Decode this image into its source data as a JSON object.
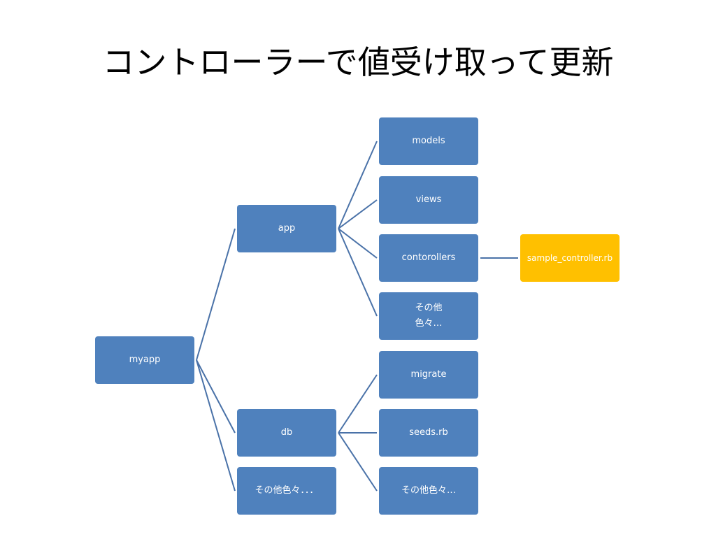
{
  "slide": {
    "title": "コントローラーで値受け取って更新"
  },
  "tree": {
    "nodes": [
      {
        "id": "myapp",
        "label": "myapp"
      },
      {
        "id": "app",
        "label": "app"
      },
      {
        "id": "db",
        "label": "db"
      },
      {
        "id": "etc1",
        "label": "その他色々．．．"
      },
      {
        "id": "models",
        "label": "models"
      },
      {
        "id": "views",
        "label": "views"
      },
      {
        "id": "controllers",
        "label": "contorollers"
      },
      {
        "id": "etc2",
        "label": "その他\n色々…"
      },
      {
        "id": "migrate",
        "label": "migrate"
      },
      {
        "id": "seeds",
        "label": "seeds.rb"
      },
      {
        "id": "etc3",
        "label": "その他色々…"
      },
      {
        "id": "sample",
        "label": "sample_controller.rb"
      }
    ],
    "edges": [
      [
        "myapp",
        "app"
      ],
      [
        "myapp",
        "db"
      ],
      [
        "myapp",
        "etc1"
      ],
      [
        "app",
        "models"
      ],
      [
        "app",
        "views"
      ],
      [
        "app",
        "controllers"
      ],
      [
        "app",
        "etc2"
      ],
      [
        "db",
        "migrate"
      ],
      [
        "db",
        "seeds"
      ],
      [
        "db",
        "etc3"
      ],
      [
        "controllers",
        "sample"
      ]
    ],
    "colors": {
      "node": "#4f81bd",
      "highlight": "#ffc000",
      "line": "#4a72a8"
    }
  }
}
